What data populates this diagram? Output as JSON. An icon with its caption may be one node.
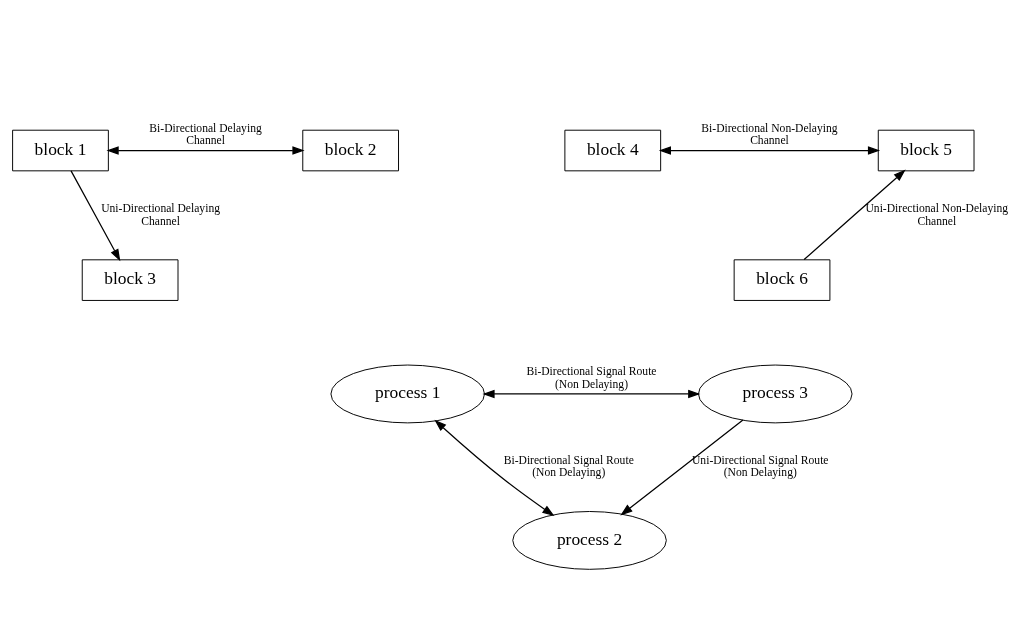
{
  "diagram": {
    "nodes": [
      {
        "text": [
          "block 1"
        ]
      },
      {
        "text": [
          "block 2"
        ]
      },
      {
        "text": [
          "block 3"
        ]
      },
      {
        "text": [
          "block 4"
        ]
      },
      {
        "text": [
          "block 5"
        ]
      },
      {
        "text": [
          "block 6"
        ]
      },
      {
        "text": [
          "process 1"
        ]
      },
      {
        "text": [
          "process 3"
        ]
      },
      {
        "text": [
          "process 2"
        ]
      }
    ],
    "edges": [
      {
        "from": 0,
        "to": 1,
        "arrow": "both",
        "label": "Bi-Directional Delaying Channel"
      },
      {
        "from": 0,
        "to": 2,
        "arrow": "to",
        "label": "Uni-Directional Delaying Channel"
      },
      {
        "from": 3,
        "to": 4,
        "arrow": "both",
        "label": "Bi-Directional Non-Delaying Channel"
      },
      {
        "from": 5,
        "to": 4,
        "arrow": "to",
        "label": "Uni-Directional Non-Delaying Channel"
      },
      {
        "from": 6,
        "to": 7,
        "arrow": "both",
        "label": "Bi-Directional Signal Route (Non Delaying)"
      },
      {
        "from": 6,
        "to": 8,
        "arrow": "both",
        "label": "Bi-Directional Signal Route (Non Delaying)"
      },
      {
        "from": 7,
        "to": 8,
        "arrow": "to",
        "label": "Uni-Directional Signal Route (Non Delaying)"
      }
    ]
  }
}
